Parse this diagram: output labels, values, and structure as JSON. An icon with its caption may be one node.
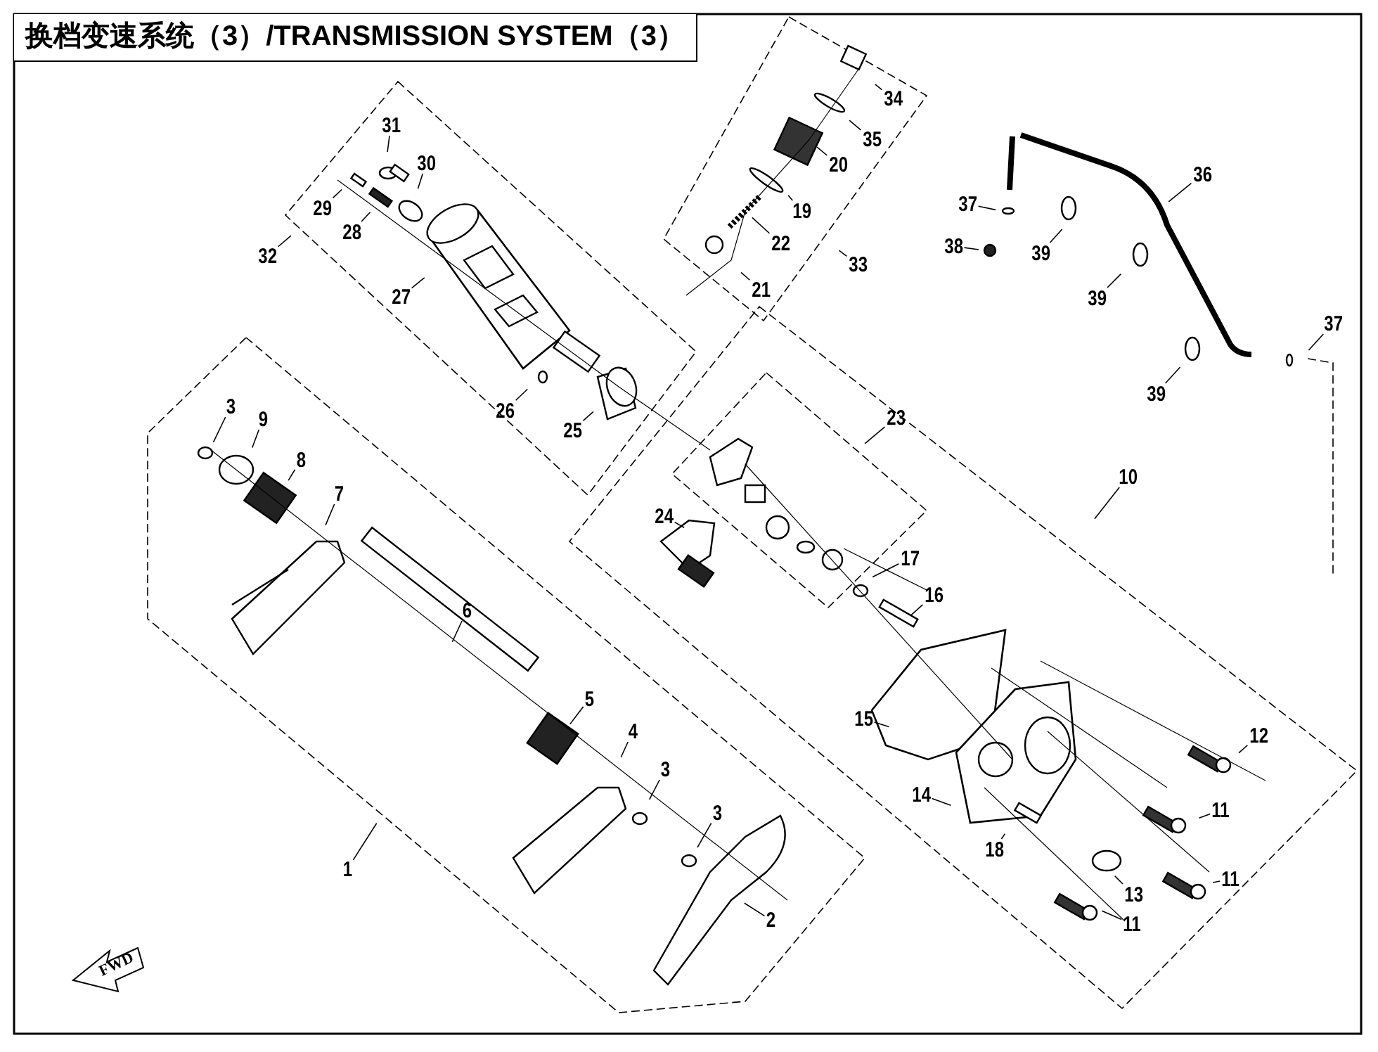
{
  "diagram": {
    "title": "换档变速系统（3）/TRANSMISSION SYSTEM（3）",
    "nodes": [
      {
        "text": [
          "31"
        ]
      },
      {
        "text": [
          "30"
        ]
      },
      {
        "text": [
          "29"
        ]
      },
      {
        "text": [
          "28"
        ]
      },
      {
        "text": [
          "32"
        ]
      },
      {
        "text": [
          "27"
        ]
      },
      {
        "text": [
          "34"
        ]
      },
      {
        "text": [
          "35"
        ]
      },
      {
        "text": [
          "20"
        ]
      },
      {
        "text": [
          "19"
        ]
      },
      {
        "text": [
          "22"
        ]
      },
      {
        "text": [
          "21"
        ]
      },
      {
        "text": [
          "33"
        ]
      },
      {
        "text": [
          "36"
        ]
      },
      {
        "text": [
          "37"
        ]
      },
      {
        "text": [
          "38"
        ]
      },
      {
        "text": [
          "39"
        ]
      },
      {
        "text": [
          "39"
        ]
      },
      {
        "text": [
          "37"
        ]
      },
      {
        "text": [
          "39"
        ]
      },
      {
        "text": [
          "26"
        ]
      },
      {
        "text": [
          "25"
        ]
      },
      {
        "text": [
          "23"
        ]
      },
      {
        "text": [
          "3"
        ]
      },
      {
        "text": [
          "9"
        ]
      },
      {
        "text": [
          "8"
        ]
      },
      {
        "text": [
          "10"
        ]
      },
      {
        "text": [
          "7"
        ]
      },
      {
        "text": [
          "24"
        ]
      },
      {
        "text": [
          "17"
        ]
      },
      {
        "text": [
          "16"
        ]
      },
      {
        "text": [
          "6"
        ]
      },
      {
        "text": [
          "12"
        ]
      },
      {
        "text": [
          "15"
        ]
      },
      {
        "text": [
          "5"
        ]
      },
      {
        "text": [
          "4"
        ]
      },
      {
        "text": [
          "3"
        ]
      },
      {
        "text": [
          "14"
        ]
      },
      {
        "text": [
          "3"
        ]
      },
      {
        "text": [
          "11"
        ]
      },
      {
        "text": [
          "18"
        ]
      },
      {
        "text": [
          "1"
        ]
      },
      {
        "text": [
          "11"
        ]
      },
      {
        "text": [
          "13"
        ]
      },
      {
        "text": [
          "2"
        ]
      },
      {
        "text": [
          "11"
        ]
      }
    ],
    "edges": [
      {
        "from": 0,
        "to": null,
        "arrow": "none"
      },
      {
        "from": 1,
        "to": null,
        "arrow": "none"
      },
      {
        "from": 2,
        "to": null,
        "arrow": "none"
      },
      {
        "from": 3,
        "to": null,
        "arrow": "none"
      },
      {
        "from": 4,
        "to": null,
        "arrow": "none"
      },
      {
        "from": 5,
        "to": null,
        "arrow": "none"
      },
      {
        "from": 6,
        "to": null,
        "arrow": "none"
      },
      {
        "from": 7,
        "to": null,
        "arrow": "none"
      },
      {
        "from": 8,
        "to": null,
        "arrow": "none"
      },
      {
        "from": 9,
        "to": null,
        "arrow": "none"
      },
      {
        "from": 10,
        "to": null,
        "arrow": "none"
      },
      {
        "from": 11,
        "to": null,
        "arrow": "none"
      },
      {
        "from": 12,
        "to": null,
        "arrow": "none"
      },
      {
        "from": 13,
        "to": null,
        "arrow": "none"
      },
      {
        "from": 14,
        "to": null,
        "arrow": "none"
      },
      {
        "from": 15,
        "to": null,
        "arrow": "none"
      },
      {
        "from": 16,
        "to": null,
        "arrow": "none"
      },
      {
        "from": 17,
        "to": null,
        "arrow": "none"
      },
      {
        "from": 18,
        "to": null,
        "arrow": "none"
      },
      {
        "from": 19,
        "to": null,
        "arrow": "none"
      },
      {
        "from": 20,
        "to": null,
        "arrow": "none"
      },
      {
        "from": 21,
        "to": null,
        "arrow": "none"
      },
      {
        "from": 22,
        "to": null,
        "arrow": "none"
      },
      {
        "from": 23,
        "to": null,
        "arrow": "none"
      },
      {
        "from": 24,
        "to": null,
        "arrow": "none"
      },
      {
        "from": 25,
        "to": null,
        "arrow": "none"
      },
      {
        "from": 26,
        "to": null,
        "arrow": "none"
      },
      {
        "from": 27,
        "to": null,
        "arrow": "none"
      },
      {
        "from": 28,
        "to": null,
        "arrow": "none"
      },
      {
        "from": 29,
        "to": null,
        "arrow": "none"
      },
      {
        "from": 30,
        "to": null,
        "arrow": "none"
      },
      {
        "from": 31,
        "to": null,
        "arrow": "none"
      },
      {
        "from": 32,
        "to": null,
        "arrow": "none"
      },
      {
        "from": 33,
        "to": null,
        "arrow": "none"
      },
      {
        "from": 34,
        "to": null,
        "arrow": "none"
      },
      {
        "from": 35,
        "to": null,
        "arrow": "none"
      },
      {
        "from": 36,
        "to": null,
        "arrow": "none"
      },
      {
        "from": 37,
        "to": null,
        "arrow": "none"
      },
      {
        "from": 38,
        "to": null,
        "arrow": "none"
      },
      {
        "from": 39,
        "to": null,
        "arrow": "none"
      },
      {
        "from": 40,
        "to": null,
        "arrow": "none"
      },
      {
        "from": 41,
        "to": null,
        "arrow": "none"
      },
      {
        "from": 42,
        "to": null,
        "arrow": "none"
      },
      {
        "from": 43,
        "to": null,
        "arrow": "none"
      },
      {
        "from": 44,
        "to": null,
        "arrow": "none"
      },
      {
        "from": 45,
        "to": null,
        "arrow": "none"
      }
    ],
    "labels": [
      "FWD"
    ]
  }
}
